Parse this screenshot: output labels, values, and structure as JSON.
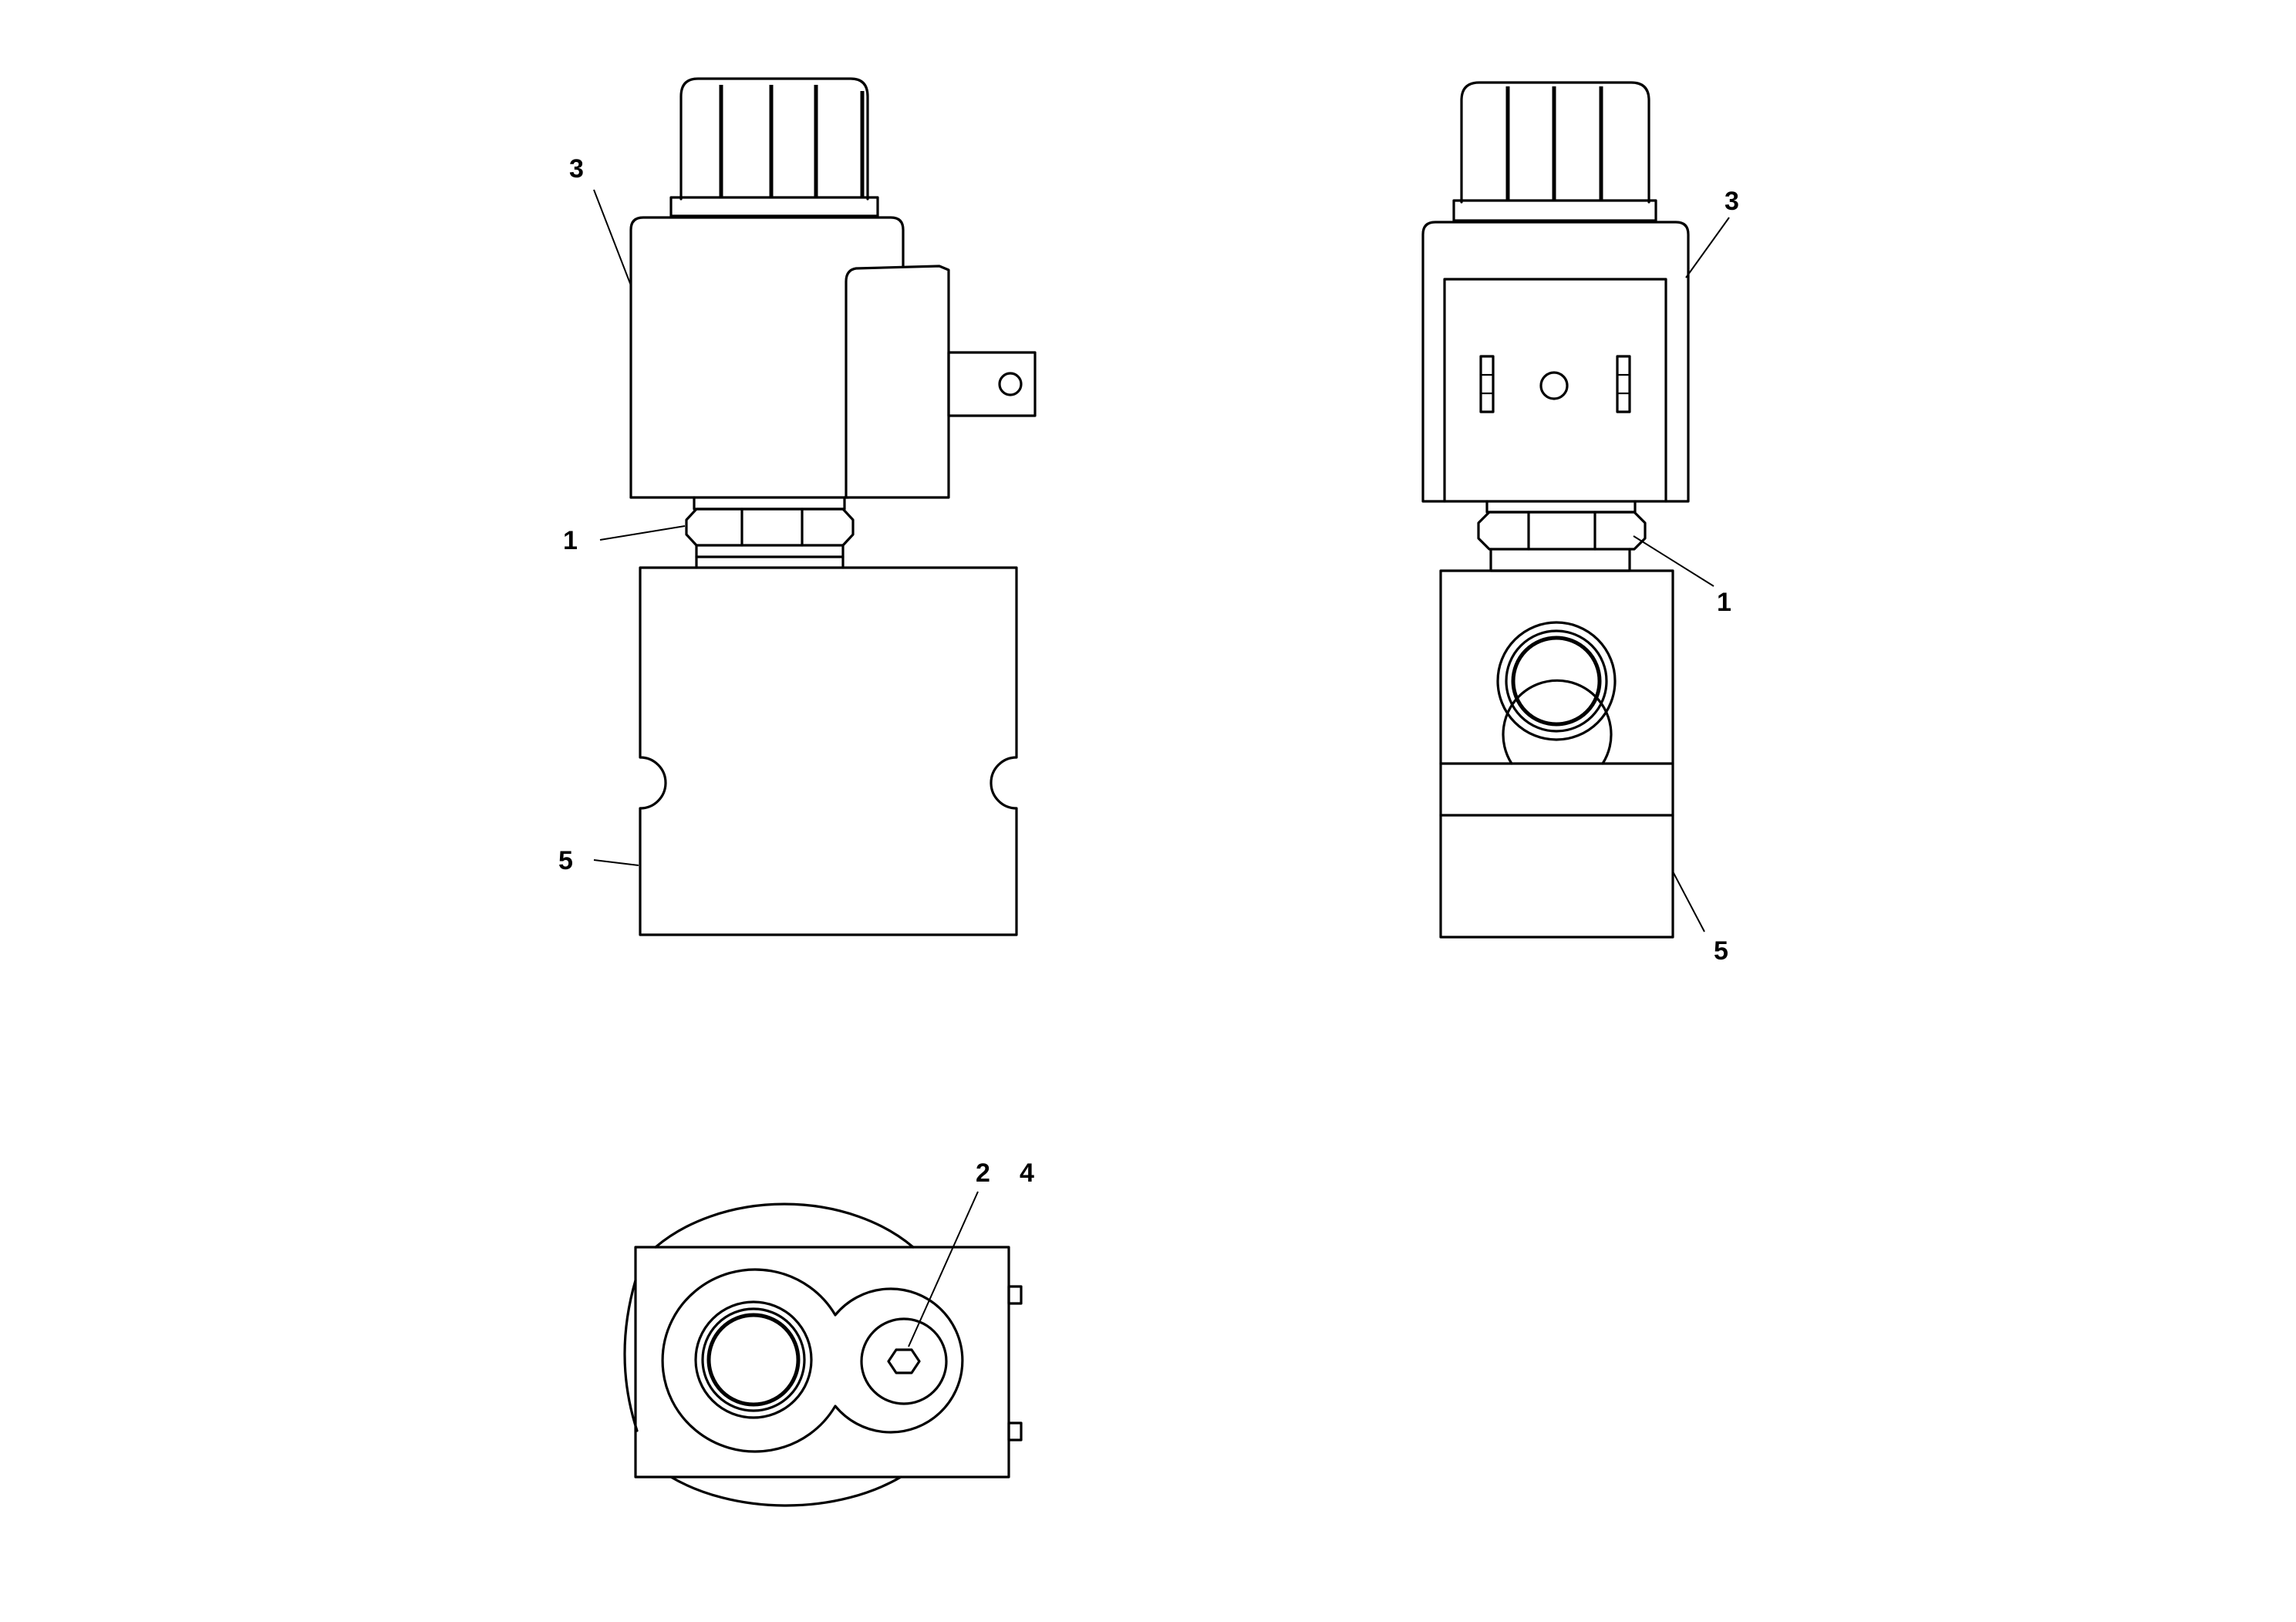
{
  "diagram": {
    "callouts": {
      "side_coil": "3",
      "side_nut": "1",
      "side_body": "5",
      "front_coil": "3",
      "front_nut": "1",
      "front_body": "5",
      "bottom_screw": "2",
      "bottom_screw_alt": "4"
    },
    "icons": {
      "coil": "solenoid-coil-icon",
      "connector": "connector-plug-icon",
      "nut": "hex-nut-icon",
      "body": "valve-body-icon",
      "port": "port-opening-icon",
      "screw": "hex-socket-screw-icon"
    }
  }
}
